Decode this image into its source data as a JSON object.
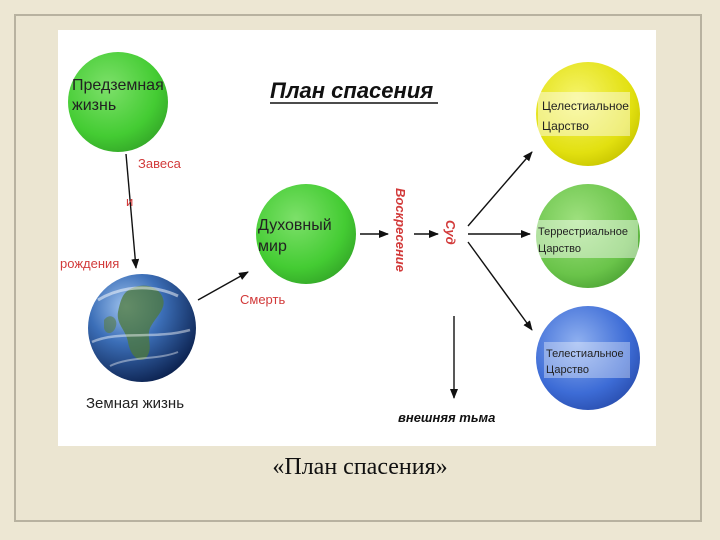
{
  "title": "План спасения",
  "caption": "«План спасения»",
  "nodes": {
    "premortal": [
      "Предземная",
      "жизнь"
    ],
    "spirit_world": [
      "Духовный",
      "мир"
    ],
    "earth_life": "Земная жизнь",
    "celestial": [
      "Целестиальное",
      "Царство"
    ],
    "terrestrial": [
      "Террестриальное",
      "Царство"
    ],
    "telestial": [
      "Телестиальное",
      "Царство"
    ]
  },
  "labels": {
    "veil": "Завеса",
    "veil_conj": "и",
    "birth": "рождения",
    "death": "Смерть",
    "resurrection": "Воскресение",
    "judgment": "Суд",
    "outer_darkness": "внешняя тьма"
  },
  "colors": {
    "node_green": "#44cc33",
    "celestial": "#e2e010",
    "terrestrial": "#6ac44a",
    "telestial": "#3d6cd6",
    "label_red": "#d23a3a",
    "arrow": "#111111"
  }
}
